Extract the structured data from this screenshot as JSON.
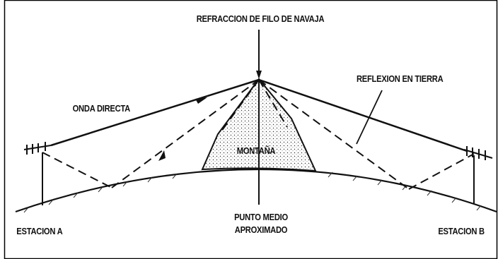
{
  "labels": {
    "knife_edge": "REFRACCION DE FILO DE NAVAJA",
    "direct_wave": "ONDA DIRECTA",
    "ground_reflection": "REFLEXION EN TIERRA",
    "mountain": "MONTAÑA",
    "midpoint_line1": "PUNTO MEDIO",
    "midpoint_line2": "APROXIMADO",
    "station_a": "ESTACION A",
    "station_b": "ESTACION B"
  },
  "colors": {
    "ink": "#111111",
    "background": "#ffffff",
    "frame": "#000000"
  }
}
